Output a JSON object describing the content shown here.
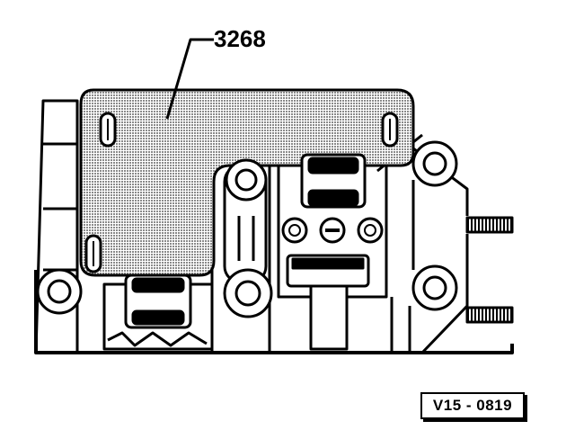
{
  "callout": {
    "part_number": "3268"
  },
  "figure": {
    "reference": "V15 - 0819"
  },
  "icons": {
    "plate": "tool-plate-3268",
    "bolt": "bolt-head-icon",
    "slot": "slotted-hole-icon",
    "stud": "threaded-stud-icon",
    "screw": "slotted-screw-icon"
  },
  "colors": {
    "ink": "#000000",
    "paper": "#ffffff",
    "plate_tone": "#c8c8c8"
  }
}
